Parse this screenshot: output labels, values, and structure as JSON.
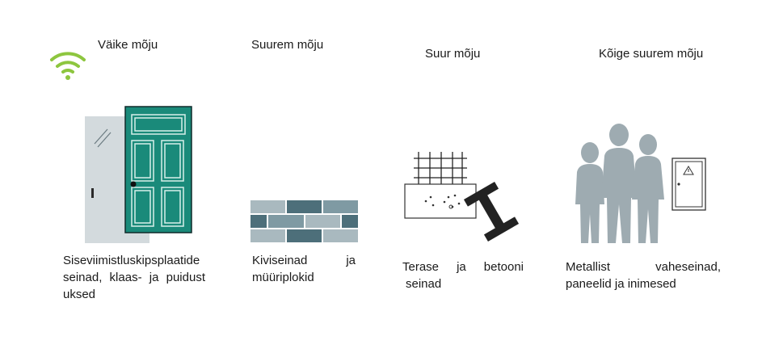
{
  "levels": [
    {
      "label": "Väike mõju"
    },
    {
      "label": "Suurem mõju"
    },
    {
      "label": "Suur mõju"
    },
    {
      "label": "Kõige suurem mõju"
    }
  ],
  "items": [
    {
      "lines": [
        "Siseviimistluskipsplaatide",
        "seinad, klaas- ja puidust",
        "uksed"
      ]
    },
    {
      "lines": [
        "Kiviseinad ja",
        "müüriplokid"
      ]
    },
    {
      "lines": [
        "Terase ja betooni",
        "seinad"
      ]
    },
    {
      "lines": [
        "Metallist vaheseinad,",
        "paneelid ja inimesed"
      ]
    }
  ],
  "colors": {
    "wifi": "#8dc63f",
    "gradient_line_start": "#a6c24a",
    "gradient_line_end": "#eef3cf",
    "door_teal": "#1a8a7a",
    "glass_panel": "#d3dadd",
    "brick_dark": "#4d6f7a",
    "brick_mid": "#7f9aa3",
    "brick_light": "#a9b9bf",
    "steel_beam": "#222222",
    "people_gray": "#9eabb1"
  },
  "icons": [
    "wifi-icon",
    "glass-door-icon",
    "wooden-door-icon",
    "brick-wall-icon",
    "concrete-rebar-icon",
    "steel-beam-icon",
    "people-icon",
    "metal-door-icon"
  ]
}
